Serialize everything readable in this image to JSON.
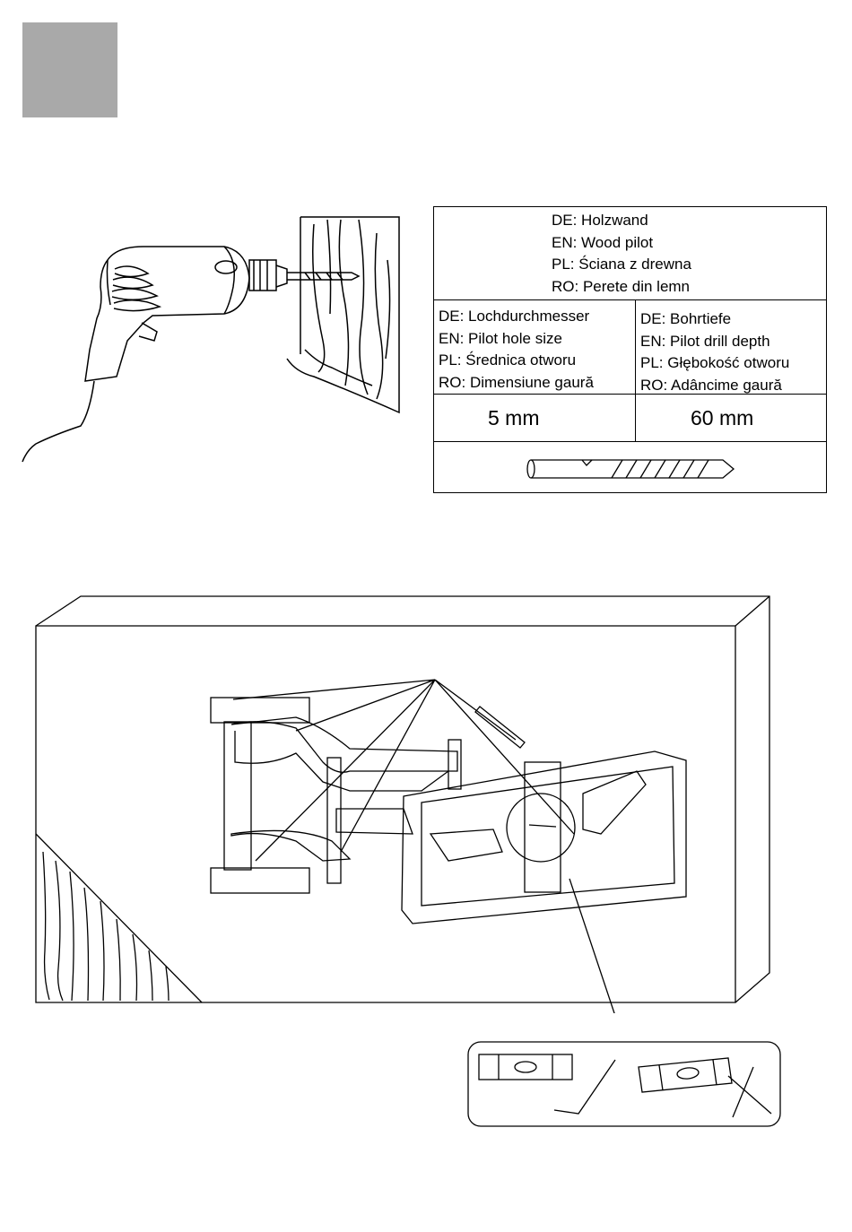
{
  "spec_table": {
    "wall_type": {
      "de": "DE: Holzwand",
      "en": "EN: Wood pilot",
      "pl": "PL: Ściana z drewna",
      "ro": "RO: Perete din lemn"
    },
    "hole_size": {
      "de": "DE: Lochdurchmesser",
      "en": "EN: Pilot hole size",
      "pl": "PL: Średnica otworu",
      "ro": "RO: Dimensiune gaură",
      "value": "5 mm"
    },
    "drill_depth": {
      "de": "DE: Bohrtiefe",
      "en": "EN: Pilot drill depth",
      "pl": "PL: Głębokość otworu",
      "ro": "RO: Adâncime gaură",
      "value": "60 mm"
    }
  }
}
